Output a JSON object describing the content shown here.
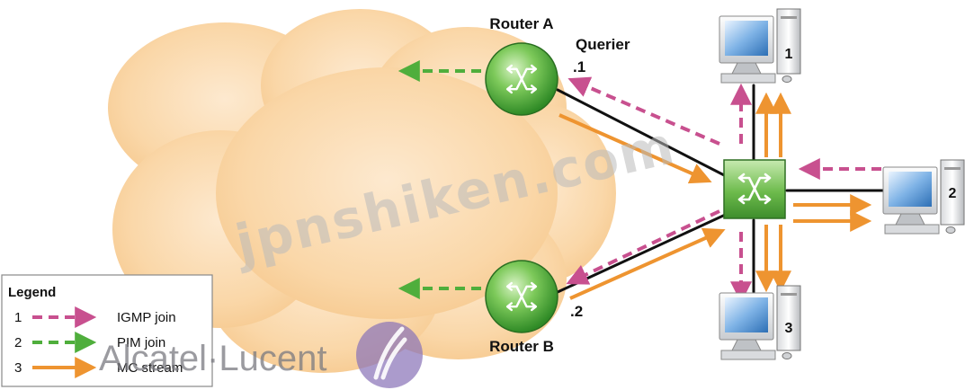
{
  "routers": {
    "a": {
      "name": "Router A",
      "role": "Querier",
      "address": ".1"
    },
    "b": {
      "name": "Router B",
      "address": ".2"
    }
  },
  "hosts": [
    {
      "number": "1"
    },
    {
      "number": "2"
    },
    {
      "number": "3"
    }
  ],
  "legend": {
    "title": "Legend",
    "items": [
      {
        "number": "1",
        "label": "IGMP join",
        "color": "#c8508f",
        "style": "dashed"
      },
      {
        "number": "2",
        "label": "PIM join",
        "color": "#4fae3c",
        "style": "dashed"
      },
      {
        "number": "3",
        "label": "MC stream",
        "color": "#ee9430",
        "style": "solid"
      }
    ]
  },
  "colors": {
    "cloud": "#fad7a8",
    "router_green": "#4caf3a",
    "igmp": "#c8508f",
    "pim": "#4fae3c",
    "stream": "#ee9430",
    "link": "#111111"
  },
  "watermark": "jpnshiken.com",
  "brand": {
    "name": "Alcatel·Lucent",
    "logo": "alcatel-lucent-logo-icon"
  }
}
